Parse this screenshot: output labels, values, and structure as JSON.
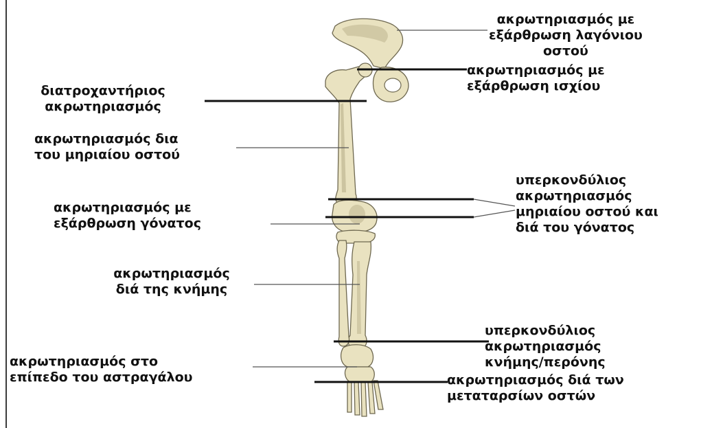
{
  "colors": {
    "bone": "#e9e2c0",
    "bone_shade": "#b9b08a",
    "bone_outline": "#6e6850",
    "leader_thin": "#555555",
    "leader_thick": "#111111",
    "border": "#3a3a3a"
  },
  "labels": {
    "iliac": [
      "ακρωτηριασμός με",
      "εξάρθρωση λαγόνιου",
      "οστού"
    ],
    "hip": [
      "ακρωτηριασμός με",
      "εξάρθρωση ισχίου"
    ],
    "trochanteric": [
      "διατροχαντήριος",
      "ακρωτηριασμός"
    ],
    "femur": [
      "ακρωτηριασμός δια",
      "του μηριαίου οστού"
    ],
    "supracondylar_femur": [
      "υπερκονδύλιος",
      "ακρωτηριασμός",
      "μηριαίου οστού και",
      "διά του γόνατος"
    ],
    "knee": [
      "ακρωτηριασμός με",
      "εξάρθρωση γόνατος"
    ],
    "tibia": [
      "ακρωτηριασμός",
      "διά της κνήμης"
    ],
    "supracondylar_tibia": [
      "υπερκονδύλιος",
      "ακρωτηριασμός",
      "κνήμης/περόνης"
    ],
    "ankle": [
      "ακρωτηριασμός στο",
      "επίπεδο του αστραγάλου"
    ],
    "metatarsal": [
      "ακρωτηριασμός διά των",
      "μεταταρσίων οστών"
    ]
  }
}
